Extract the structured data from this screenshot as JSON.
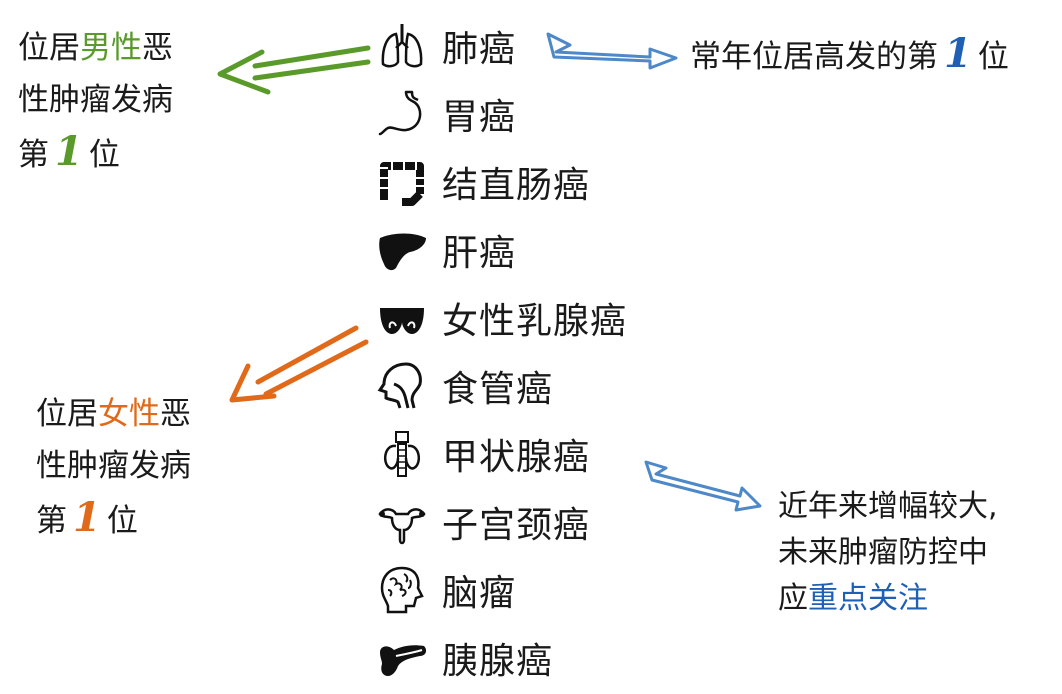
{
  "colors": {
    "male": "#5a9a2a",
    "female": "#e06a1a",
    "blue": "#1f5fb4",
    "arrow_blue": "#4d88c9",
    "arrow_green": "#5a9a2a",
    "arrow_orange": "#e06a1a"
  },
  "cancers": [
    {
      "label": "肺癌",
      "icon": "lungs-icon"
    },
    {
      "label": "胃癌",
      "icon": "stomach-icon"
    },
    {
      "label": "结直肠癌",
      "icon": "colon-icon"
    },
    {
      "label": "肝癌",
      "icon": "liver-icon"
    },
    {
      "label": "女性乳腺癌",
      "icon": "breast-icon"
    },
    {
      "label": "食管癌",
      "icon": "esophagus-icon"
    },
    {
      "label": "甲状腺癌",
      "icon": "thyroid-icon"
    },
    {
      "label": "子宫颈癌",
      "icon": "uterus-icon"
    },
    {
      "label": "脑瘤",
      "icon": "brain-icon"
    },
    {
      "label": "胰腺癌",
      "icon": "pancreas-icon"
    }
  ],
  "notes": {
    "male": {
      "pre": "位居",
      "highlight": "男性",
      "post": "恶",
      "line2": "性肿瘤发病",
      "line3_pre": "第",
      "number": "1",
      "line3_post": "位"
    },
    "female": {
      "pre": "位居",
      "highlight": "女性",
      "post": "恶",
      "line2": "性肿瘤发病",
      "line3_pre": "第",
      "number": "1",
      "line3_post": "位"
    },
    "lung": {
      "pre": "常年位居高发的第",
      "number": "1",
      "post": "位"
    },
    "thyroid": {
      "line1": "近年来增幅较大,",
      "line2": "未来肿瘤防控中",
      "line3_pre": "应",
      "highlight": "重点关注"
    }
  }
}
